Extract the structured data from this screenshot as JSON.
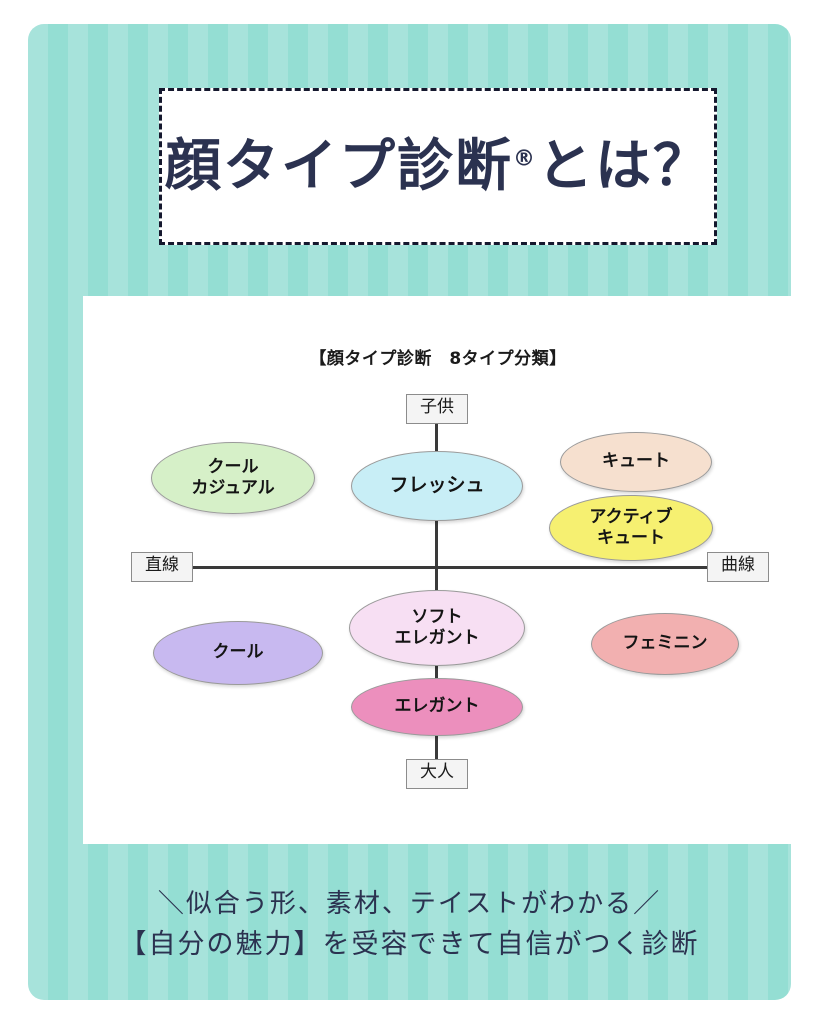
{
  "title": {
    "main": "顔タイプ診断",
    "registered_mark": "®",
    "suffix": "とは？"
  },
  "panel": {
    "heading": "【顔タイプ診断　8タイプ分類】"
  },
  "chart_data": {
    "type": "scatter",
    "title": "【顔タイプ診断　8タイプ分類】",
    "xlabel": "直線 ⇔ 曲線",
    "ylabel": "子供 ⇔ 大人",
    "axis_labels": {
      "top": "子供",
      "bottom": "大人",
      "left": "直線",
      "right": "曲線"
    },
    "categories": [
      "クール\nカジュアル",
      "フレッシュ",
      "キュート",
      "アクティブ\nキュート",
      "クール",
      "ソフト\nエレガント",
      "エレガント",
      "フェミニン"
    ],
    "points": [
      {
        "label": "クール\nカジュアル",
        "x": -0.78,
        "y": 0.6,
        "color": "#d6f0c8"
      },
      {
        "label": "フレッシュ",
        "x": -0.02,
        "y": 0.57,
        "color": "#c8eef6"
      },
      {
        "label": "キュート",
        "x": 0.73,
        "y": 0.66,
        "color": "#f6e0cf"
      },
      {
        "label": "アクティブ\nキュート",
        "x": 0.7,
        "y": 0.33,
        "color": "#f6f071"
      },
      {
        "label": "クール",
        "x": -0.76,
        "y": -0.35,
        "color": "#c8b9f0"
      },
      {
        "label": "ソフト\nエレガント",
        "x": -0.01,
        "y": -0.21,
        "color": "#f7dff3"
      },
      {
        "label": "エレガント",
        "x": -0.02,
        "y": -0.68,
        "color": "#ec8fbd"
      },
      {
        "label": "フェミニン",
        "x": 0.74,
        "y": -0.4,
        "color": "#f2b0b0"
      }
    ],
    "xlim": [
      -1,
      1
    ],
    "ylim": [
      -1,
      1
    ],
    "grid": false,
    "legend": "none"
  },
  "footer": {
    "line1": "＼似合う形、素材、テイストがわかる／",
    "line2": "【自分の魅力】を受容できて自信がつく診断"
  },
  "colors": {
    "background_stripe_light": "#a7e3db",
    "background_stripe_dark": "#94ded3",
    "title_text": "#2b3250",
    "panel_background": "#ffffff",
    "axis_line": "#3a3a3a"
  }
}
